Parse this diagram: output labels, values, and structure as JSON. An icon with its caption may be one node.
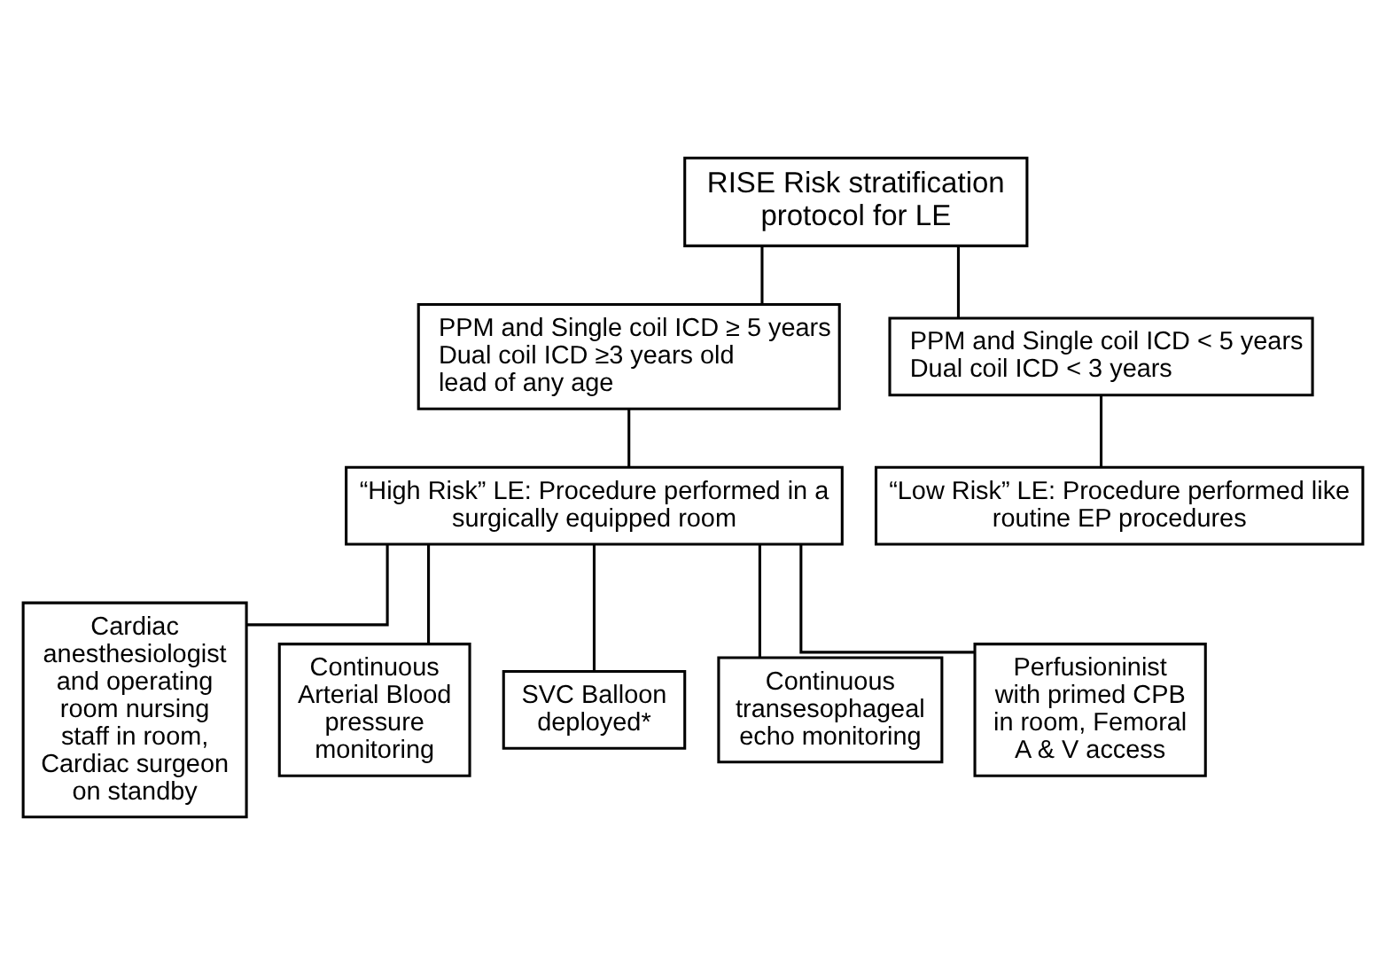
{
  "diagram": {
    "nodes": [
      {
        "text": [
          "RISE Risk stratification protocol for LE"
        ]
      },
      {
        "text": [
          "PPM and Single coil ICD ≥ 5 years",
          "Dual coil ICD ≥3 years old",
          "lead of any age"
        ]
      },
      {
        "text": [
          "PPM and Single coil ICD < 5 years",
          "Dual coil ICD < 3 years"
        ]
      },
      {
        "text": [
          "“High Risk” LE: Procedure performed in a surgically equipped room"
        ]
      },
      {
        "text": [
          "“Low Risk” LE: Procedure performed like routine EP procedures"
        ]
      },
      {
        "text": [
          "Cardiac anesthesiologist and operating room nursing staff in room, Cardiac surgeon on standby"
        ]
      },
      {
        "text": [
          "Continuous Arterial Blood pressure monitoring"
        ]
      },
      {
        "text": [
          "SVC Balloon deployed*"
        ]
      },
      {
        "text": [
          "Continuous transesophageal echo monitoring"
        ]
      },
      {
        "text": [
          "Perfusioninist with primed CPB in room, Femoral A & V access"
        ]
      }
    ],
    "edges": [
      {
        "from": 0,
        "to": 1,
        "arrow": "none"
      },
      {
        "from": 0,
        "to": 2,
        "arrow": "none"
      },
      {
        "from": 1,
        "to": 3,
        "arrow": "none"
      },
      {
        "from": 2,
        "to": 4,
        "arrow": "none"
      },
      {
        "from": 3,
        "to": 5,
        "arrow": "none"
      },
      {
        "from": 3,
        "to": 6,
        "arrow": "none"
      },
      {
        "from": 3,
        "to": 7,
        "arrow": "none"
      },
      {
        "from": 3,
        "to": 8,
        "arrow": "none"
      },
      {
        "from": 3,
        "to": 9,
        "arrow": "none"
      }
    ]
  }
}
